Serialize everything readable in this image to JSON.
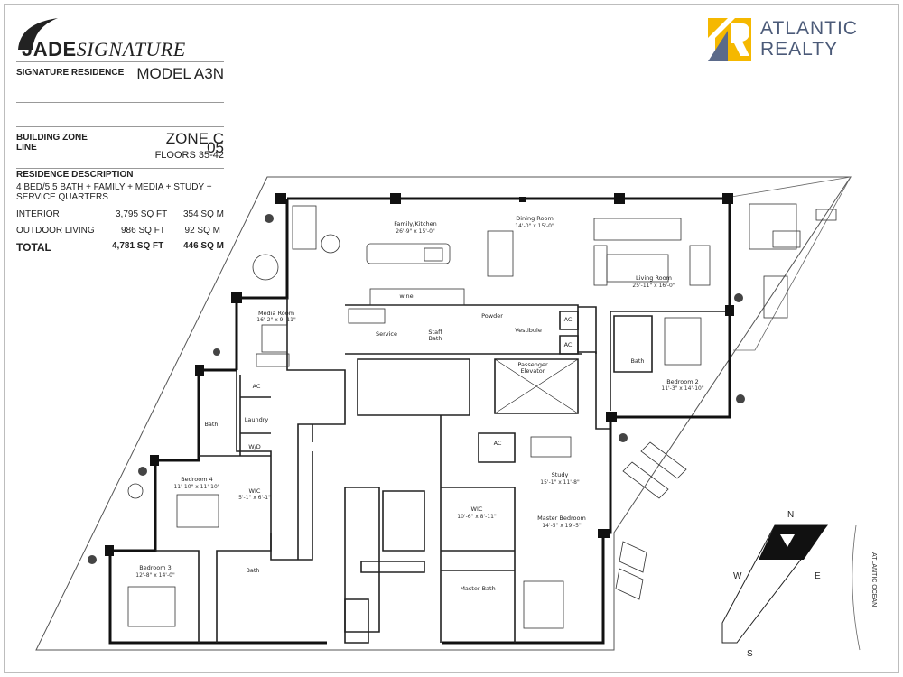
{
  "brand": {
    "name_bold": "JADE",
    "name_italic": "SIGNATURE"
  },
  "logo": {
    "line1": "ATLANTIC",
    "line2": "REALTY",
    "accent": "#f5b800",
    "text_color": "#4b5a78"
  },
  "residence": {
    "label": "SIGNATURE RESIDENCE",
    "value": "MODEL A3N"
  },
  "line": {
    "label": "LINE",
    "value": "05"
  },
  "zone": {
    "label": "BUILDING ZONE",
    "value": "ZONE C",
    "floors": "FLOORS 35-42"
  },
  "description": {
    "heading": "RESIDENCE DESCRIPTION",
    "text_line1": "4 BED/5.5 BATH + FAMILY + MEDIA + STUDY +",
    "text_line2": "SERVICE  QUARTERS",
    "interior": {
      "label": "INTERIOR",
      "sqft": "3,795 SQ FT",
      "sqm": "354 SQ M"
    },
    "outdoor": {
      "label": "OUTDOOR LIVING",
      "sqft": "986 SQ FT",
      "sqm": "92 SQ M"
    },
    "total": {
      "label": "TOTAL",
      "sqft": "4,781 SQ FT",
      "sqm": "446 SQ M"
    }
  },
  "rooms": {
    "family_kitchen": {
      "name": "Family/Kitchen",
      "dims": "26'-9\" x 15'-0\""
    },
    "dining": {
      "name": "Dining Room",
      "dims": "14'-0\" x 15'-0\""
    },
    "living": {
      "name": "Living Room",
      "dims": "25'-11\" x 16'-0\""
    },
    "media": {
      "name": "Media  Room",
      "dims": "16'-2\" x 9'-11\""
    },
    "bedroom2": {
      "name": "Bedroom 2",
      "dims": "11'-3\" x 14'-10\""
    },
    "bedroom4": {
      "name": "Bedroom 4",
      "dims": "11'-10\" x 11'-10\""
    },
    "bedroom3": {
      "name": "Bedroom 3",
      "dims": "12'-8\" x 14'-0\""
    },
    "wic_small": {
      "name": "WIC",
      "dims": "5'-1\" x 6'-1\""
    },
    "wic_master": {
      "name": "WIC",
      "dims": "10'-6\" x 8'-11\""
    },
    "master_bedroom": {
      "name": "Master Bedroom",
      "dims": "14'-5\" x 19'-5\""
    },
    "study": {
      "name": "Study",
      "dims": "15'-1\" x 11'-8\""
    },
    "labels": {
      "service": "Service",
      "staff_bath": "Staff",
      "staff_bath2": "Bath",
      "powder": "Powder",
      "vestibule": "Vestibule",
      "ac1": "AC",
      "ac2": "AC",
      "ac3": "AC",
      "ac4": "AC",
      "passenger1": "Passenger",
      "passenger2": "Elevator",
      "bath_b2": "Bath",
      "bath_b4": "Bath",
      "laundry": "Laundry",
      "wd": "W/D",
      "bath_b3": "Bath",
      "master_bath": "Master Bath",
      "wine": "wine"
    }
  },
  "compass": {
    "n": "N",
    "s": "S",
    "e": "E",
    "w": "W",
    "ocean": "ATLANTIC OCEAN"
  }
}
